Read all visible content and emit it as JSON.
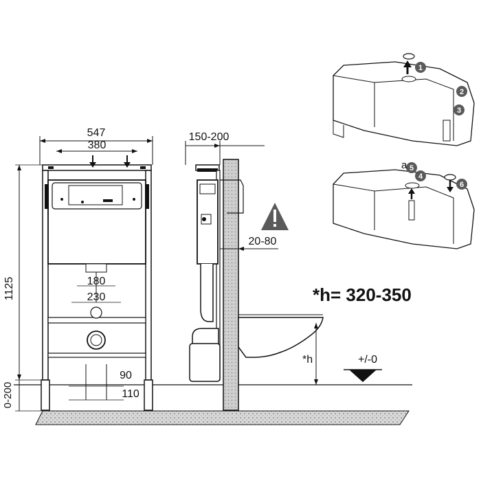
{
  "dimensions": {
    "width_total": "547",
    "width_inner": "380",
    "height_frame": "1125",
    "width_pipe_inner": "180",
    "width_pipe_outer": "230",
    "depth": "150-200",
    "offset_wall": "20-80",
    "bottom_inner": "90",
    "bottom_outer": "110",
    "floor_adjust": "0-200",
    "height_label": "*h",
    "height_note": "*h= 320-350",
    "floor_level": "+/-0"
  },
  "steps": {
    "top": [
      "1",
      "2",
      "3"
    ],
    "bottom": [
      "5",
      "4",
      "6"
    ],
    "letter_a": "a"
  },
  "colors": {
    "ink": "#111111",
    "badge": "#5a5a5a",
    "floor_hatch": "#888888",
    "wall_fill": "#bdbdbd"
  },
  "icons": [
    "warning-icon",
    "down-arrow-icon",
    "up-arrow-icon",
    "level-triangle-icon"
  ]
}
